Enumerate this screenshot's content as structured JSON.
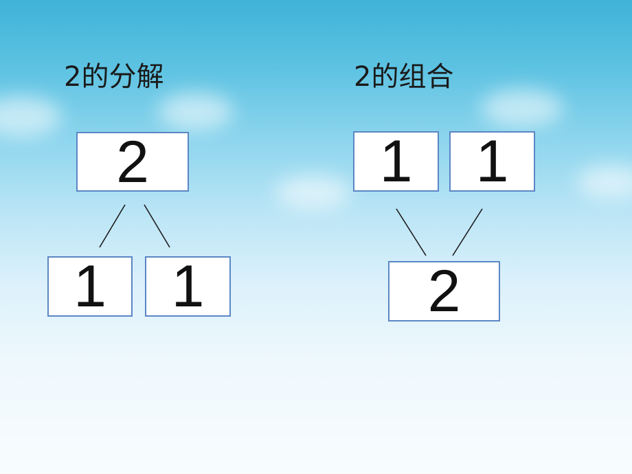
{
  "decomposition": {
    "title": "2的分解",
    "whole": "2",
    "parts": [
      "1",
      "1"
    ]
  },
  "composition": {
    "title": "2的组合",
    "parts": [
      "1",
      "1"
    ],
    "whole": "2"
  },
  "colors": {
    "box_border": "#5b86c4",
    "sky_top": "#3fb3d8",
    "sky_bottom": "#f8fcfe"
  }
}
